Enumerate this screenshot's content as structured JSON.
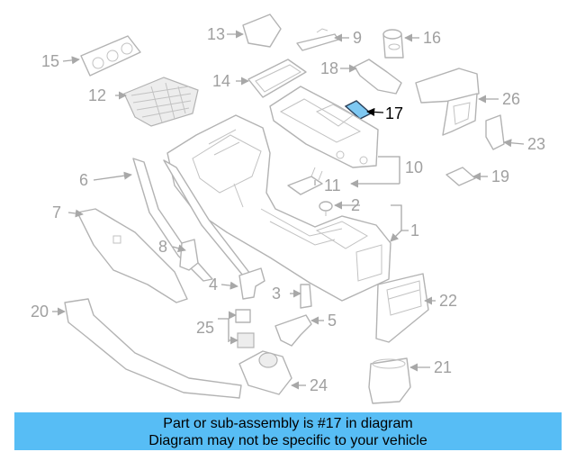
{
  "diagram": {
    "callouts": [
      "1",
      "2",
      "3",
      "4",
      "5",
      "6",
      "7",
      "8",
      "9",
      "10",
      "11",
      "12",
      "13",
      "14",
      "15",
      "16",
      "17",
      "18",
      "19",
      "20",
      "21",
      "22",
      "23",
      "24",
      "25",
      "26"
    ],
    "highlighted_part": "17",
    "highlight_color": "#7ec8f2",
    "part_line_color": "#b3b3b3"
  },
  "banner": {
    "line1": "Part or sub-assembly is #17 in diagram",
    "line2": "Diagram may not be specific to your vehicle",
    "background_color": "#57bdf5"
  }
}
